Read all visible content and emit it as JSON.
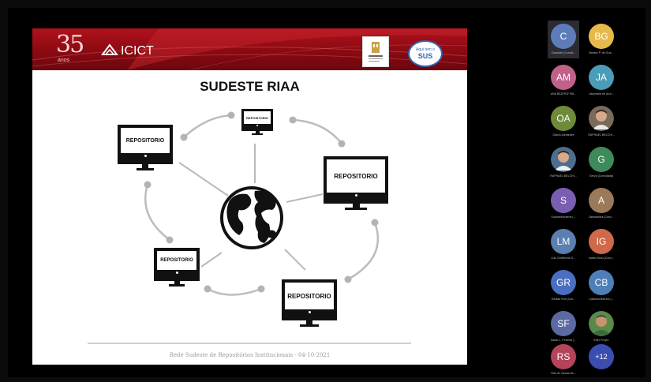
{
  "slide": {
    "title": "SUDESTE RIAA",
    "brand_35": "35",
    "brand_anos": "anos",
    "brand_name": "ICICT",
    "sus_badge_line1": "Aqui tem o",
    "sus_badge_line2": "SUS",
    "footer": "Rede Sudeste de Repositórios Institucionais - 04-10-2021",
    "repositories": [
      "REPOSITORIO",
      "REPOSITORIO",
      "REPOSITORIO",
      "REPOSITORIO",
      "REPOSITORIO"
    ],
    "colors": {
      "header_red": "#8a0a12",
      "sus_blue": "#2b66b3",
      "connector_gray": "#b9b9b9"
    }
  },
  "participants": [
    {
      "initials": "C",
      "name": "Claudete (Convid...",
      "color": "#5e7db8"
    },
    {
      "initials": "BG",
      "name": "Beatriz P. de Gua...",
      "color": "#e6b94d"
    },
    {
      "initials": "AM",
      "name": "ANA BEATRIZ PAI...",
      "color": "#c2608a"
    },
    {
      "initials": "JA",
      "name": "Jarymana de Arra...",
      "color": "#4b9cb8"
    },
    {
      "initials": "OA",
      "name": "Otavio Alexandre",
      "color": "#6f8a3a"
    },
    {
      "initials": "",
      "name": "RAPHAEL BELCHI...",
      "color": "#8a6b4f",
      "photo": true
    },
    {
      "initials": "",
      "name": "RAPHAEL BELCHI...",
      "color": "#4d6f8f",
      "photo": true
    },
    {
      "initials": "G",
      "name": "Gerva (Convidada)",
      "color": "#3f8a5a"
    },
    {
      "initials": "S",
      "name": "SuzaneMontens (...",
      "color": "#7a5fb0"
    },
    {
      "initials": "A",
      "name": "Alessandra (Conv...",
      "color": "#9a7a5a"
    },
    {
      "initials": "LM",
      "name": "Luiz Guilherme G...",
      "color": "#5a7fb0"
    },
    {
      "initials": "IG",
      "name": "Isabel Grau (Conv...",
      "color": "#d0684a"
    },
    {
      "initials": "GR",
      "name": "Gerilda Roll (Con...",
      "color": "#4a6fc0"
    },
    {
      "initials": "CB",
      "name": "Catarina Barreto (...",
      "color": "#4f7fb8"
    },
    {
      "initials": "SF",
      "name": "Sarah L. Ferreira (...",
      "color": "#5b6aa0"
    },
    {
      "initials": "",
      "name": "Eder Freyre",
      "color": "#5a8a4a",
      "photo": true
    },
    {
      "initials": "RS",
      "name": "Rita de Cassia da...",
      "color": "#b4445a"
    },
    {
      "initials": "+12",
      "name": "",
      "color": "#3b4eb0"
    }
  ]
}
